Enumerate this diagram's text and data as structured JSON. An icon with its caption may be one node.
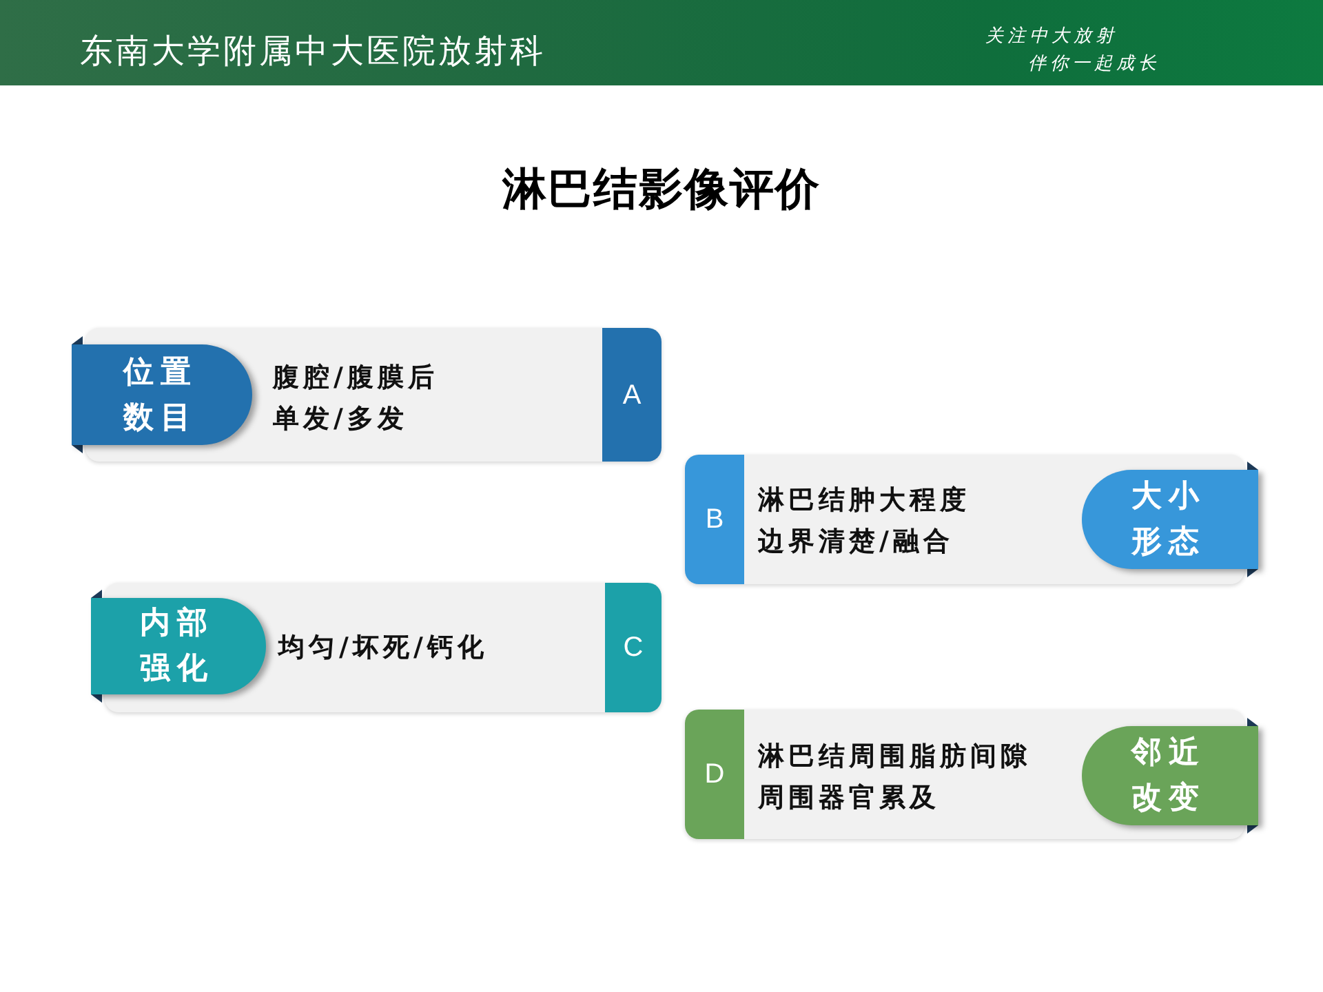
{
  "diagram": {
    "title": "淋巴结影像评价",
    "nodes": [
      {
        "text": [
          "腹腔/腹膜后",
          "单发/多发"
        ]
      },
      {
        "text": [
          "位置数目"
        ],
        "in": 0
      },
      {
        "text": [
          "A"
        ],
        "in": 0
      },
      {
        "text": [
          "淋巴结肿大程度",
          "边界清楚/融合"
        ]
      },
      {
        "text": [
          "B"
        ],
        "in": 3
      },
      {
        "text": [
          "大小形态"
        ],
        "in": 3
      },
      {
        "text": [
          "均匀/坏死/钙化"
        ]
      },
      {
        "text": [
          "内部强化"
        ],
        "in": 6
      },
      {
        "text": [
          "C"
        ],
        "in": 6
      },
      {
        "text": [
          "淋巴结周围脂肪间隙",
          "周围器官累及"
        ]
      },
      {
        "text": [
          "D"
        ],
        "in": 9
      },
      {
        "text": [
          "邻近改变"
        ],
        "in": 9
      }
    ],
    "labels": [
      "东南大学附属中大医院放射科",
      "关注中大放射",
      "伴你一起成长"
    ]
  }
}
